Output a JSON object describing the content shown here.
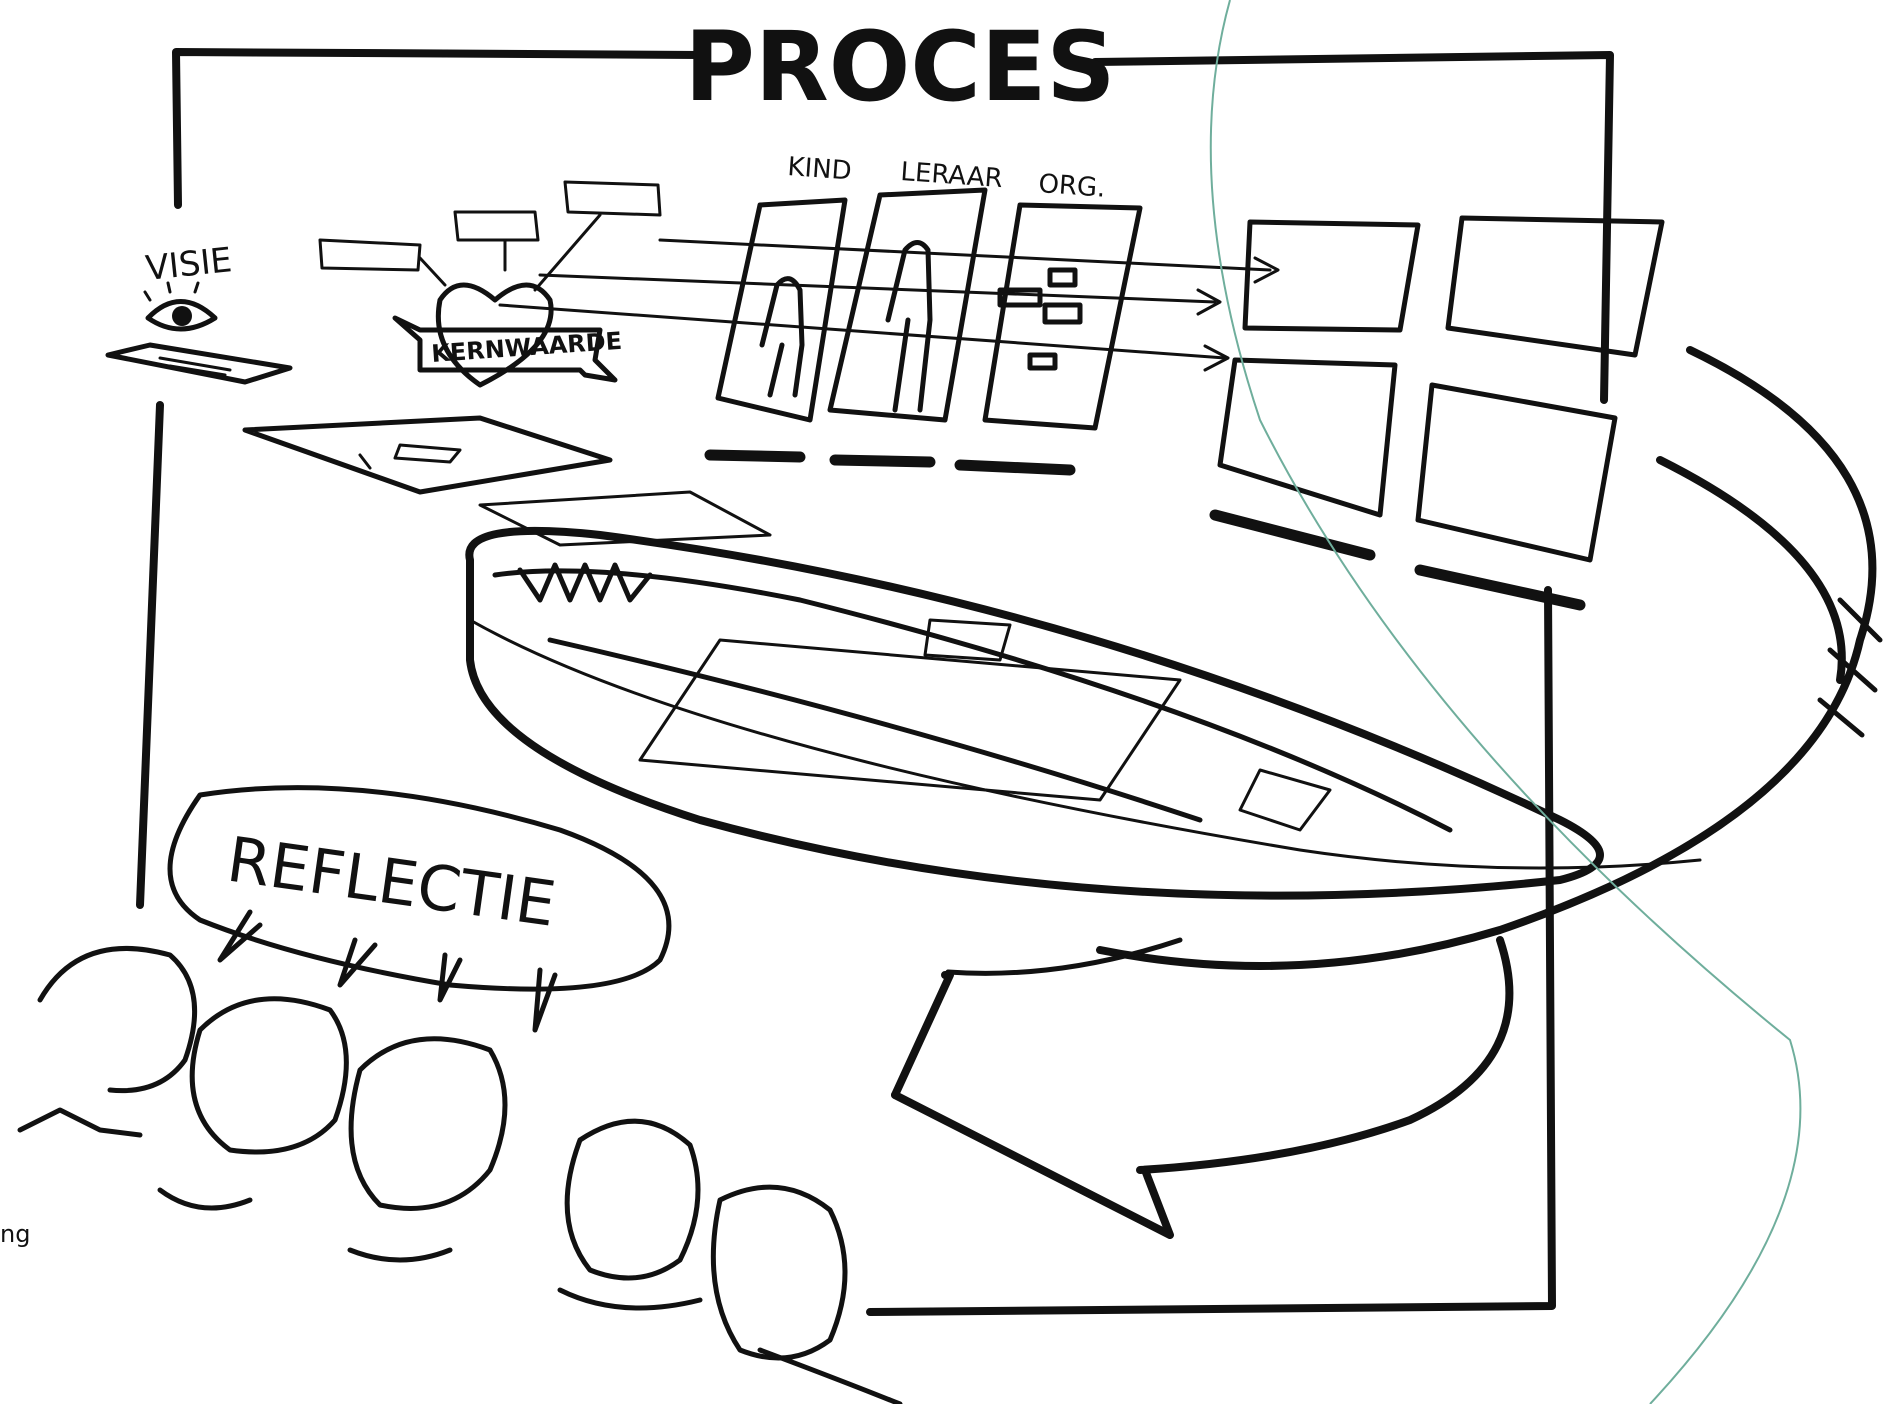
{
  "title": "PROCES",
  "labels": {
    "visie": "VISIE",
    "kernwaarde": "KERNWAARDE",
    "kind": "KIND",
    "leraar": "LERAAR",
    "org": "ORG.",
    "reflectie": "REFLECTIE"
  },
  "edge_text": "ng",
  "colors": {
    "ink": "#111111",
    "accent_curve": "#6fae9c",
    "background": "#ffffff"
  }
}
